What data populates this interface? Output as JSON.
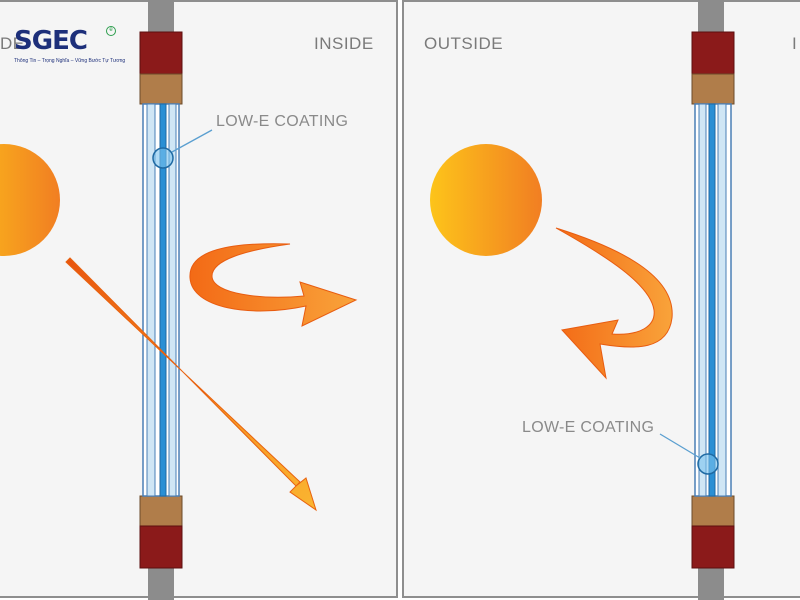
{
  "left_panel": {
    "outside_label_partial": "DE",
    "inside_label": "INSIDE",
    "coating_label": "LOW-E COATING"
  },
  "right_panel": {
    "outside_label": "OUTSIDE",
    "inside_label_partial": "I",
    "coating_label": "LOW-E COATING"
  },
  "logo": {
    "name": "SGEC",
    "tagline": "Thông Tin – Trọng Nghĩa – Vững Bước Tự Tương"
  },
  "colors": {
    "frame_dark": "#8b1a1a",
    "frame_light": "#b07d4a",
    "glass": "#cfe6f5",
    "coating": "#2a8fd4",
    "arrow": "#f07a1f",
    "sun": "#f5a318"
  }
}
